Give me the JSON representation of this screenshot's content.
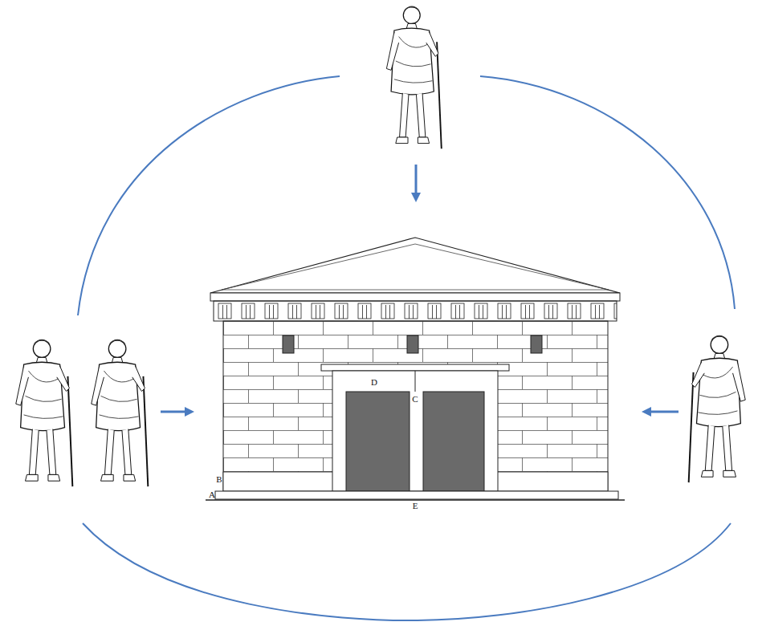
{
  "diagram": {
    "labels": [
      "D",
      "C",
      "B",
      "A",
      "E"
    ]
  }
}
